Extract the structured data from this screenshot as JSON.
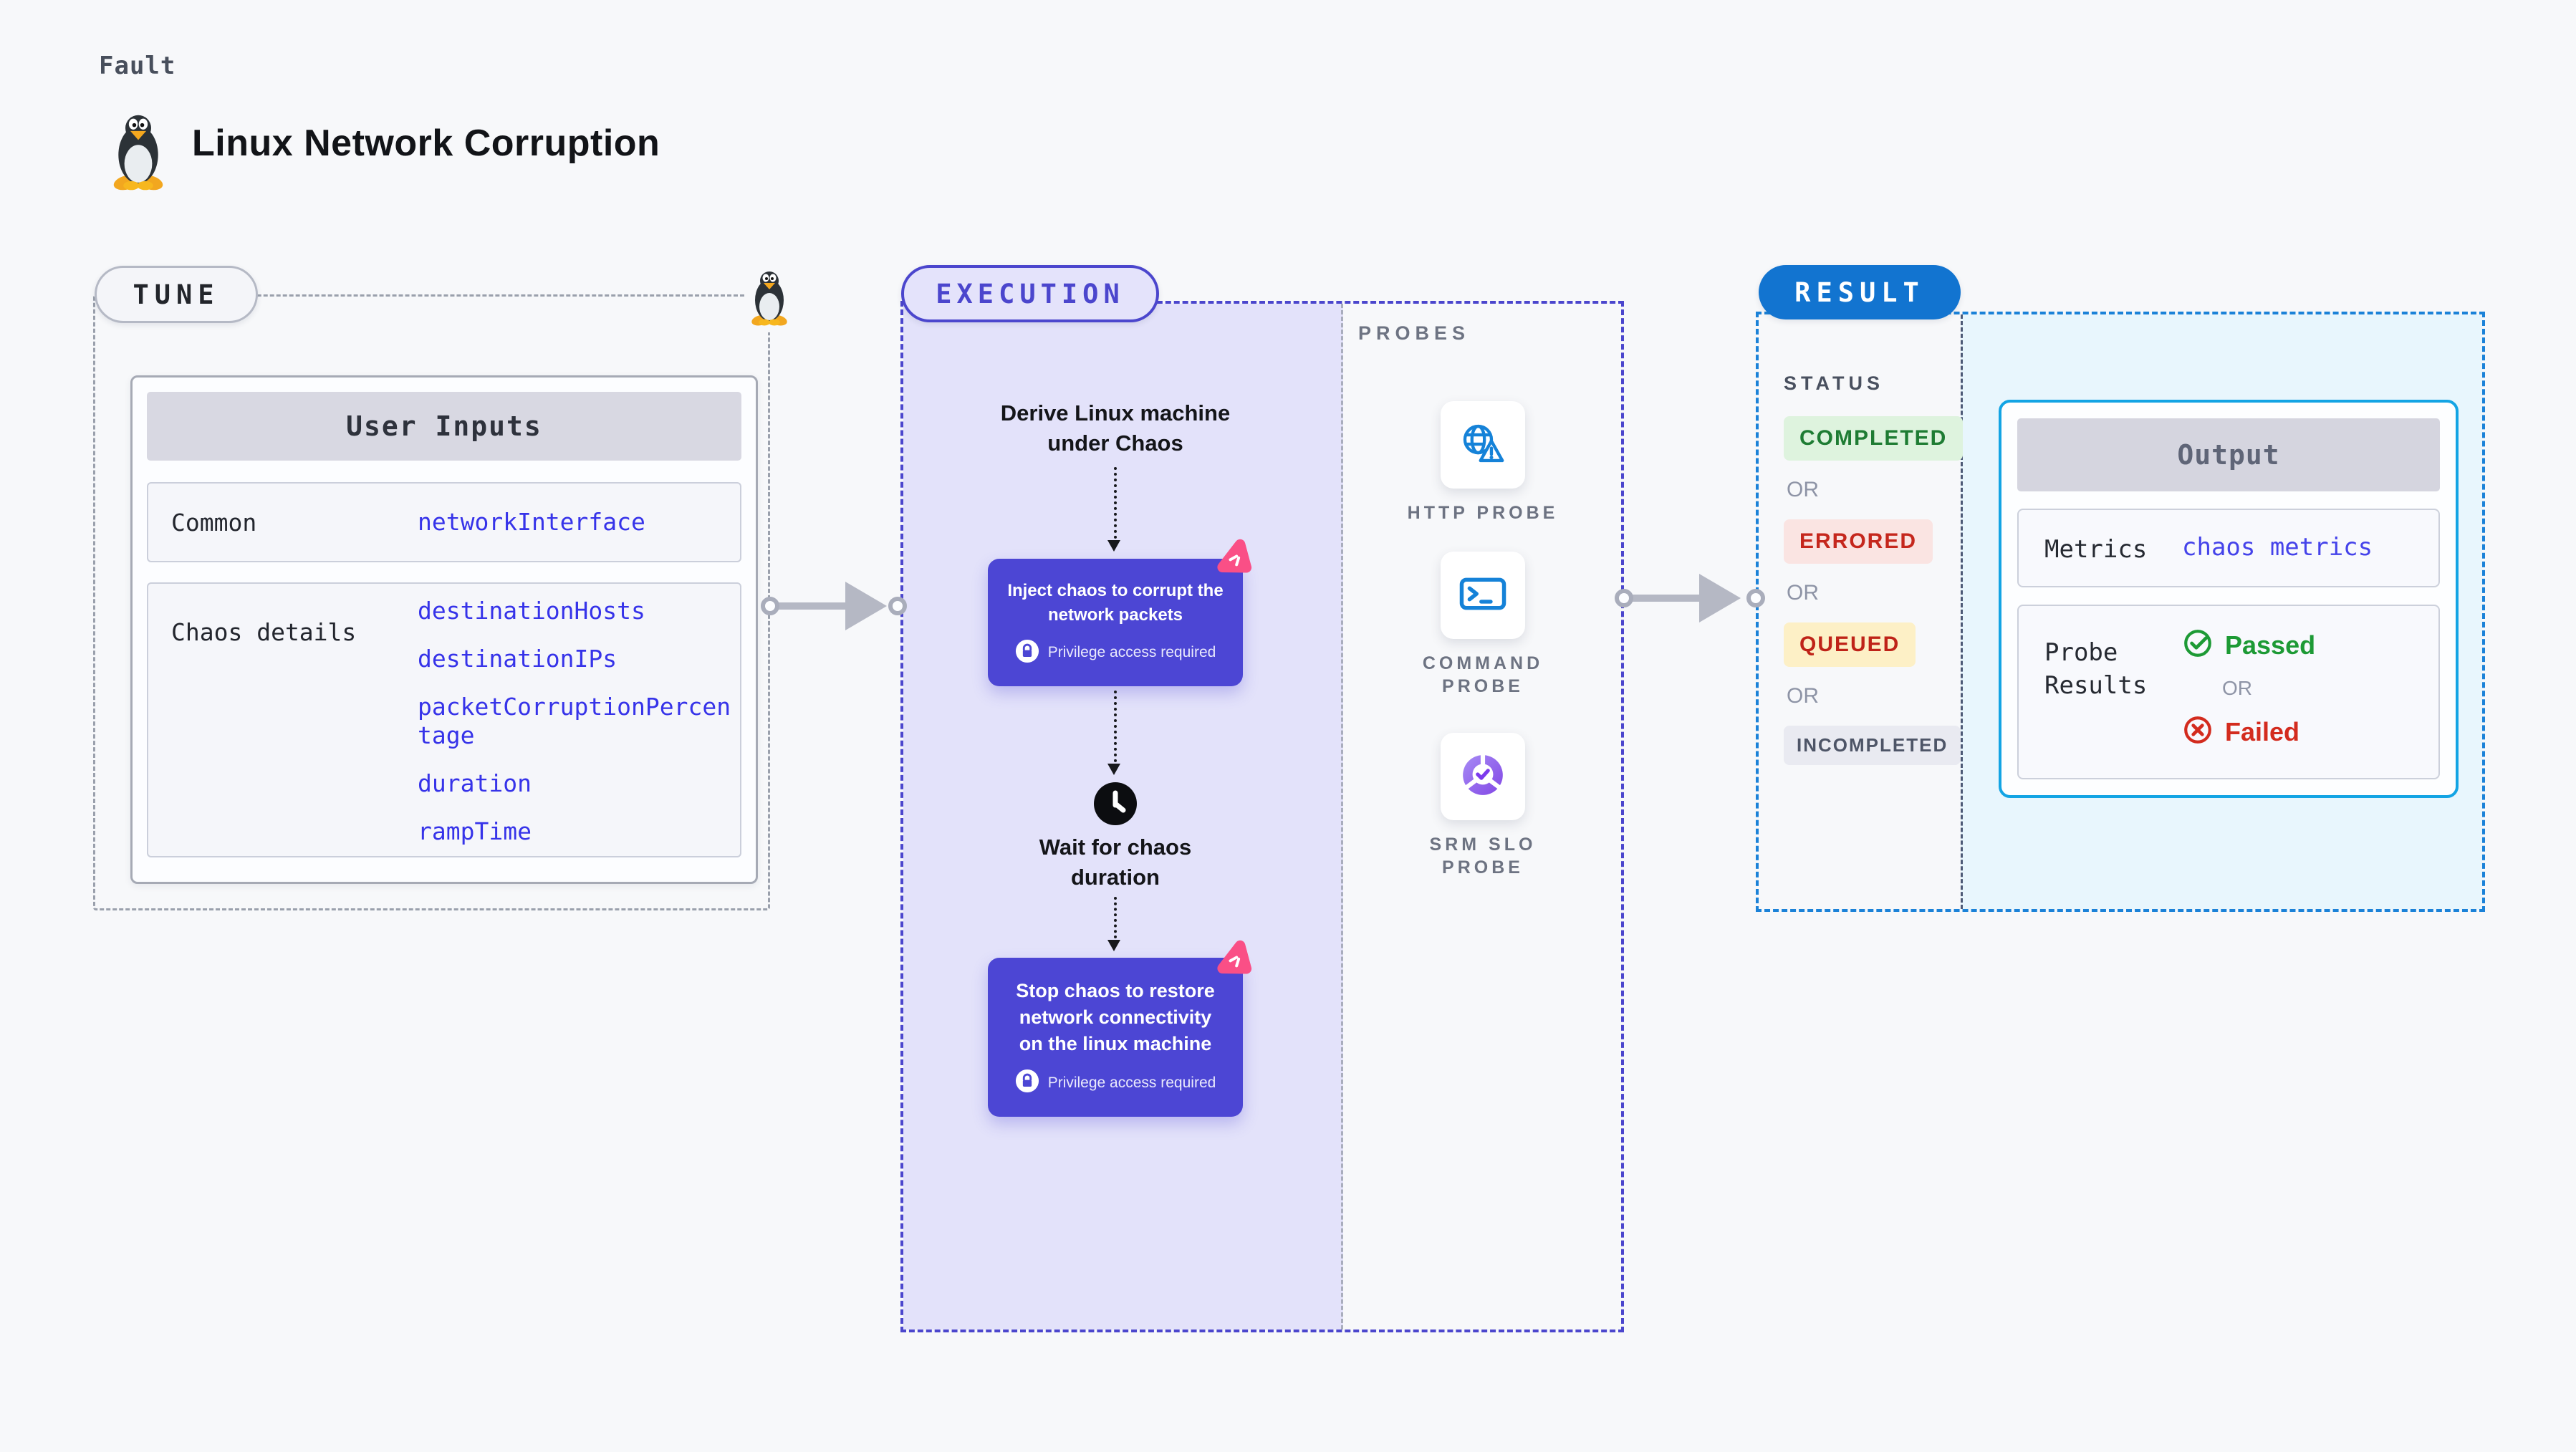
{
  "header": {
    "eyebrow": "Fault",
    "title": "Linux Network Corruption",
    "icon": "tux-linux-icon"
  },
  "tune": {
    "pill": "TUNE",
    "corner_icon": "tux-linux-icon",
    "card": {
      "header": "User Inputs",
      "rows": [
        {
          "label": "Common",
          "values": [
            "networkInterface"
          ]
        },
        {
          "label": "Chaos details",
          "values": [
            "destinationHosts",
            "destinationIPs",
            "packetCorruptionPercentage",
            "duration",
            "rampTime"
          ]
        }
      ]
    }
  },
  "execution": {
    "pill": "EXECUTION",
    "steps": {
      "derive": "Derive Linux machine under Chaos",
      "inject": "Inject chaos to corrupt the network packets",
      "privilege": "Privilege access required",
      "wait": "Wait for chaos duration",
      "stop": "Stop chaos to restore network connectivity on the linux machine"
    },
    "probes": {
      "heading": "PROBES",
      "items": [
        {
          "label": "HTTP PROBE",
          "icon": "globe-alert-icon"
        },
        {
          "label": "COMMAND PROBE",
          "icon": "terminal-icon"
        },
        {
          "label": "SRM SLO PROBE",
          "icon": "slo-pie-check-icon"
        }
      ]
    }
  },
  "result": {
    "pill": "RESULT",
    "status": {
      "heading": "STATUS",
      "or": "OR",
      "items": [
        {
          "label": "COMPLETED",
          "bg": "#def3de",
          "color": "#1e7c33"
        },
        {
          "label": "ERRORED",
          "bg": "#fae4e2",
          "color": "#c5271d"
        },
        {
          "label": "QUEUED",
          "bg": "#fdf0c6",
          "color": "#bf2318"
        },
        {
          "label": "INCOMPLETED",
          "bg": "#e9eaf1",
          "color": "#4e5567"
        }
      ]
    },
    "output": {
      "header": "Output",
      "metrics_label": "Metrics",
      "metrics_value": "chaos metrics",
      "probe_label": "Probe Results",
      "passed": "Passed",
      "or": "OR",
      "failed": "Failed"
    }
  },
  "colors": {
    "page_bg": "#f7f8fa",
    "indigo": "#4b46cd",
    "node_indigo": "#4c46d4",
    "panel_lavender": "#e3e2fa",
    "result_blue": "#1274d0",
    "result_dash_blue": "#1b82d8",
    "result_fill": "#e8f6fd",
    "output_border": "#13a4e4",
    "value_blue": "#3633e9",
    "chaos_pink": "#fa4f86",
    "arrow_gray": "#b5b8c4",
    "passed_green": "#1d9a35",
    "failed_red": "#d32b1e",
    "probe_icon_blue": "#1582d8"
  }
}
